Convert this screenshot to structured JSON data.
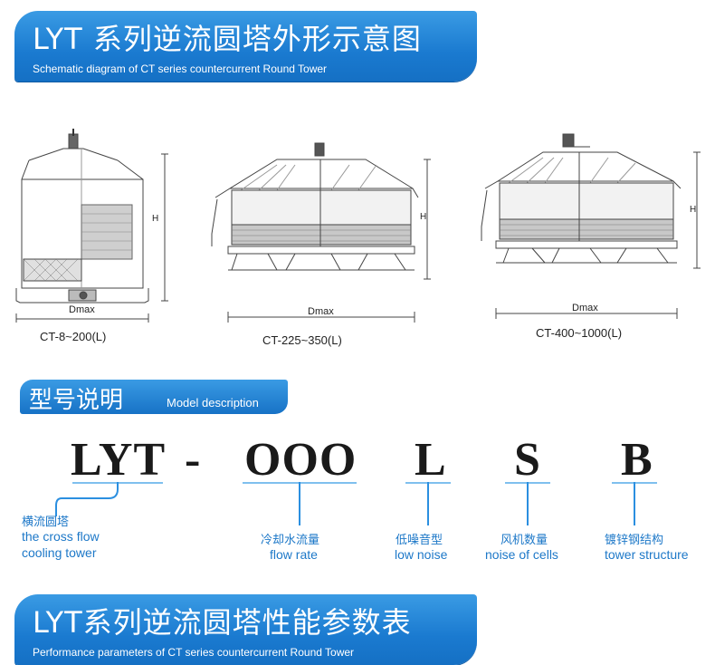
{
  "banner_top": {
    "title_zh": "LYT 系列逆流圆塔外形示意图",
    "title_en": "Schematic diagram of CT series countercurrent Round Tower"
  },
  "drawings": [
    {
      "caption": "CT-8~200(L)",
      "dim_width": "Dmax",
      "dim_height": "H"
    },
    {
      "caption": "CT-225~350(L)",
      "dim_width": "Dmax",
      "dim_height": "H"
    },
    {
      "caption": "CT-400~1000(L)",
      "dim_width": "Dmax",
      "dim_height": "H"
    }
  ],
  "model_section": {
    "title_zh": "型号说明",
    "title_en": "Model description",
    "code": {
      "prefix": "LYT",
      "dash": "-",
      "flow": "OOO",
      "noise": "L",
      "cells": "S",
      "structure": "B"
    },
    "labels": [
      {
        "zh": "横流圆塔",
        "en1": "the cross flow",
        "en2": "cooling tower"
      },
      {
        "zh": "冷却水流量",
        "en": "flow rate"
      },
      {
        "zh": "低噪音型",
        "en": "low noise"
      },
      {
        "zh": "风机数量",
        "en": "noise of cells"
      },
      {
        "zh": "镀锌钢结构",
        "en": "tower structure"
      }
    ]
  },
  "banner_bottom": {
    "title_zh": "LYT系列逆流圆塔性能参数表",
    "title_en": "Performance parameters of CT series countercurrent Round Tower"
  }
}
